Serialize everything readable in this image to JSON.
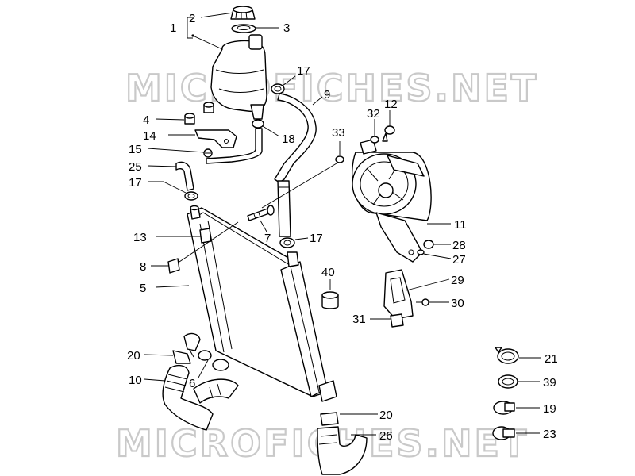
{
  "watermark": "MICROFICHES.NET",
  "callouts": [
    {
      "id": "c1",
      "text": "1"
    },
    {
      "id": "c2",
      "text": "2"
    },
    {
      "id": "c3",
      "text": "3"
    },
    {
      "id": "c17a",
      "text": "17"
    },
    {
      "id": "c9",
      "text": "9"
    },
    {
      "id": "c4",
      "text": "4"
    },
    {
      "id": "c32",
      "text": "32"
    },
    {
      "id": "c12",
      "text": "12"
    },
    {
      "id": "c14",
      "text": "14"
    },
    {
      "id": "c18",
      "text": "18"
    },
    {
      "id": "c33",
      "text": "33"
    },
    {
      "id": "c15",
      "text": "15"
    },
    {
      "id": "c25",
      "text": "25"
    },
    {
      "id": "c17b",
      "text": "17"
    },
    {
      "id": "c11",
      "text": "11"
    },
    {
      "id": "c13",
      "text": "13"
    },
    {
      "id": "c7",
      "text": "7"
    },
    {
      "id": "c17c",
      "text": "17"
    },
    {
      "id": "c28",
      "text": "28"
    },
    {
      "id": "c8",
      "text": "8"
    },
    {
      "id": "c27",
      "text": "27"
    },
    {
      "id": "c40",
      "text": "40"
    },
    {
      "id": "c29",
      "text": "29"
    },
    {
      "id": "c5",
      "text": "5"
    },
    {
      "id": "c30",
      "text": "30"
    },
    {
      "id": "c31",
      "text": "31"
    },
    {
      "id": "c20a",
      "text": "20"
    },
    {
      "id": "c21",
      "text": "21"
    },
    {
      "id": "c10",
      "text": "10"
    },
    {
      "id": "c6",
      "text": "6"
    },
    {
      "id": "c39",
      "text": "39"
    },
    {
      "id": "c19",
      "text": "19"
    },
    {
      "id": "c20b",
      "text": "20"
    },
    {
      "id": "c23",
      "text": "23"
    },
    {
      "id": "c26",
      "text": "26"
    }
  ]
}
